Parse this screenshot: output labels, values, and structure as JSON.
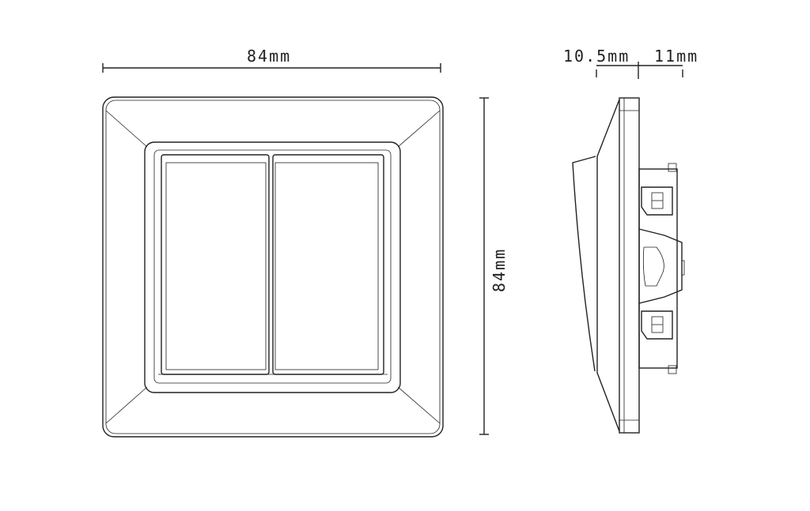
{
  "title": "Two-gang switch dimension drawing",
  "dimensions": {
    "width": "84mm",
    "height": "84mm",
    "front_depth": "10.5mm",
    "back_depth": "11mm"
  }
}
